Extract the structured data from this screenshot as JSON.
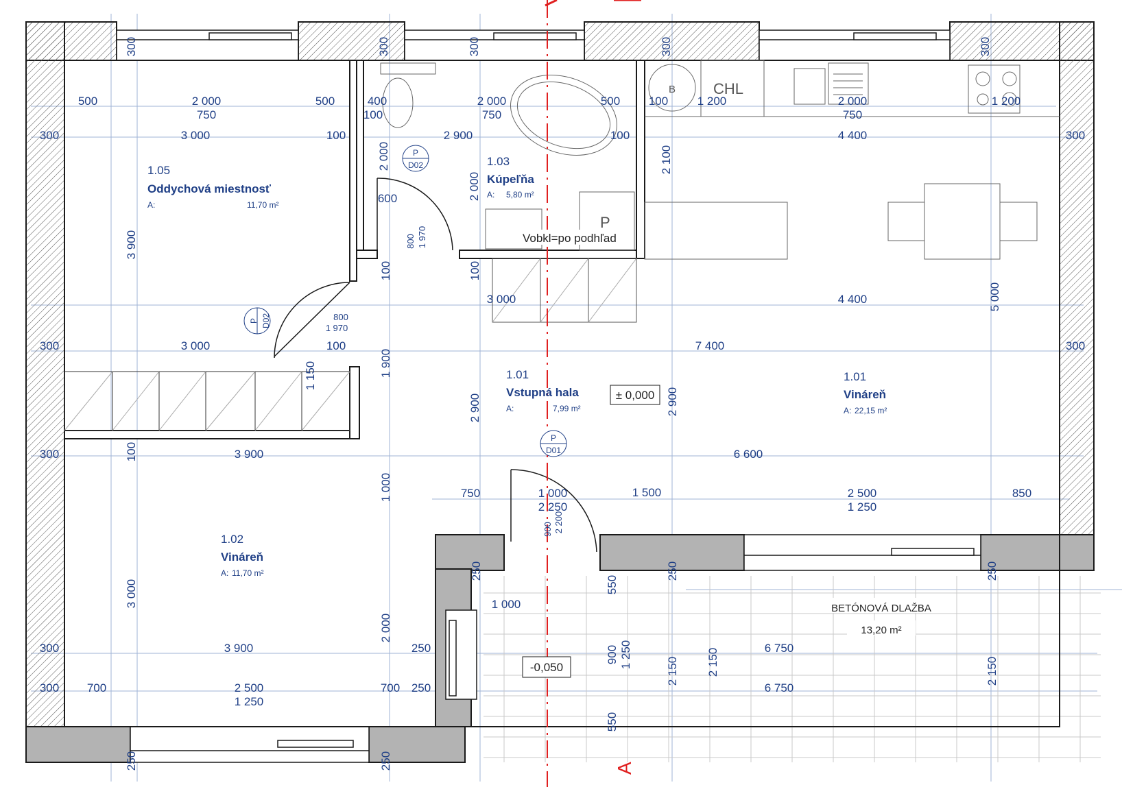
{
  "rooms": [
    {
      "num": "1.05",
      "name": "Oddychová miestnosť",
      "area_label": "A:",
      "area": "11,70 m²"
    },
    {
      "num": "1.03",
      "name": "Kúpeľňa",
      "area_label": "A:",
      "area": "5,80 m²"
    },
    {
      "num": "1.01",
      "name": "Vstupná hala",
      "area_label": "A:",
      "area": "7,99 m²"
    },
    {
      "num": "1.01",
      "name": "Vináreň",
      "area_label": "A:",
      "area": "22,15 m²"
    },
    {
      "num": "1.02",
      "name": "Vináreň",
      "area_label": "A:",
      "area": "11,70 m²"
    }
  ],
  "terrace": {
    "name": "BETÓNOVÁ DLAŽBA",
    "area": "13,20 m²"
  },
  "levels": {
    "floor": "± 0,000",
    "terrace": "-0,050"
  },
  "labels": {
    "chl": "CHL",
    "boiler": "B",
    "bath_note": "Vobkl=po podhľad",
    "p_mark": "P",
    "section": "A"
  },
  "door_tags": [
    {
      "top": "P",
      "bottom": "D02"
    },
    {
      "top": "P",
      "bottom": "D02"
    },
    {
      "top": "P",
      "bottom": "D01"
    }
  ],
  "dim_h": [
    "500",
    "2 000",
    "750",
    "500",
    "400",
    "100",
    "2 000",
    "750",
    "500",
    "100",
    "1 200",
    "2 000",
    "750",
    "1 200",
    "300",
    "3 000",
    "100",
    "2 900",
    "100",
    "4 400",
    "300",
    "600",
    "800",
    "1 970",
    "3 000",
    "4 400",
    "300",
    "3 000",
    "100",
    "7 400",
    "300",
    "300",
    "3 900",
    "6 600",
    "750",
    "1 000",
    "2 250",
    "1 500",
    "2 500",
    "1 250",
    "850",
    "1 000",
    "300",
    "3 900",
    "250",
    "6 750",
    "300",
    "700",
    "2 500",
    "1 250",
    "700",
    "250",
    "6 750"
  ],
  "dim_v": [
    "300",
    "300",
    "300",
    "300",
    "300",
    "2 000",
    "2 000",
    "2 100",
    "3 900",
    "800",
    "1 970",
    "100",
    "100",
    "1 150",
    "1 900",
    "5 000",
    "2 900",
    "2 900",
    "100",
    "1 000",
    "900",
    "2 200",
    "250",
    "550",
    "250",
    "250",
    "3 000",
    "2 000",
    "900",
    "1 250",
    "2 150",
    "2 150",
    "2 150",
    "550",
    "250",
    "250"
  ],
  "colors": {
    "wall": "#1a1a1a",
    "dim": "#1f3f86",
    "axis": "#e02020",
    "grid": "#9fb3d6",
    "hatch": "#555555",
    "terrace_wall": "#b3b3b3"
  }
}
